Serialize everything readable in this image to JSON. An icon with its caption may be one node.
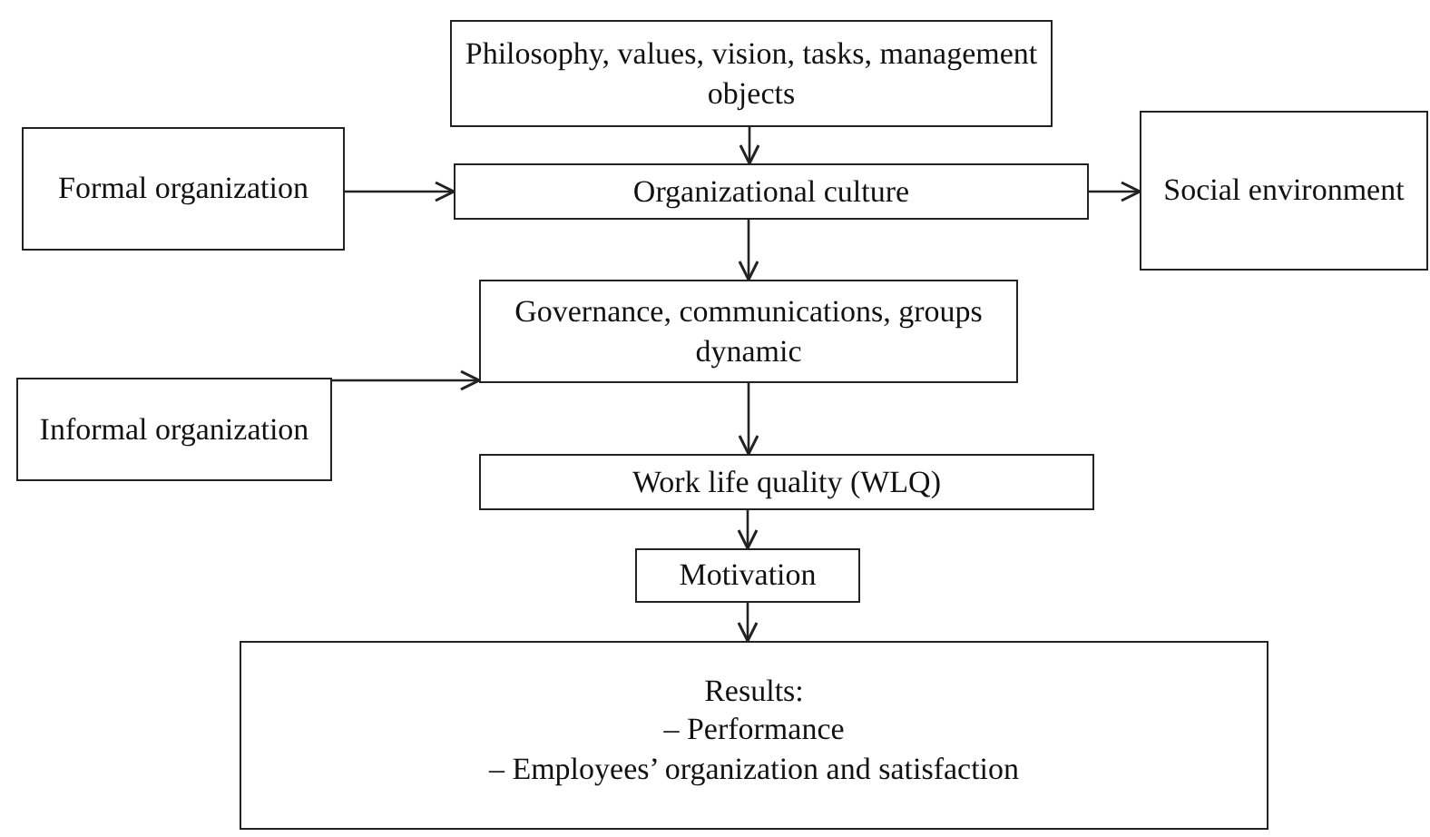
{
  "diagram": {
    "nodes": [
      {
        "text": [
          "Philosophy, values, vision, tasks, management objects"
        ]
      },
      {
        "text": [
          "Formal organization"
        ]
      },
      {
        "text": [
          "Organizational culture"
        ]
      },
      {
        "text": [
          "Social environment"
        ]
      },
      {
        "text": [
          "Governance, communications, groups dynamic"
        ]
      },
      {
        "text": [
          "Informal organization"
        ]
      },
      {
        "text": [
          "Work life quality (WLQ)"
        ]
      },
      {
        "text": [
          "Motivation"
        ]
      },
      {
        "text": [
          "Results:",
          "– Performance",
          "– Employees’ organization and satisfaction"
        ]
      }
    ],
    "edges": [
      {
        "from": 0,
        "to": 2,
        "arrow": "to"
      },
      {
        "from": 1,
        "to": 2,
        "arrow": "to"
      },
      {
        "from": 2,
        "to": 3,
        "arrow": "to"
      },
      {
        "from": 2,
        "to": 4,
        "arrow": "to"
      },
      {
        "from": 5,
        "to": 4,
        "arrow": "to"
      },
      {
        "from": 4,
        "to": 6,
        "arrow": "to"
      },
      {
        "from": 6,
        "to": 7,
        "arrow": "to"
      },
      {
        "from": 7,
        "to": 8,
        "arrow": "to"
      }
    ]
  }
}
